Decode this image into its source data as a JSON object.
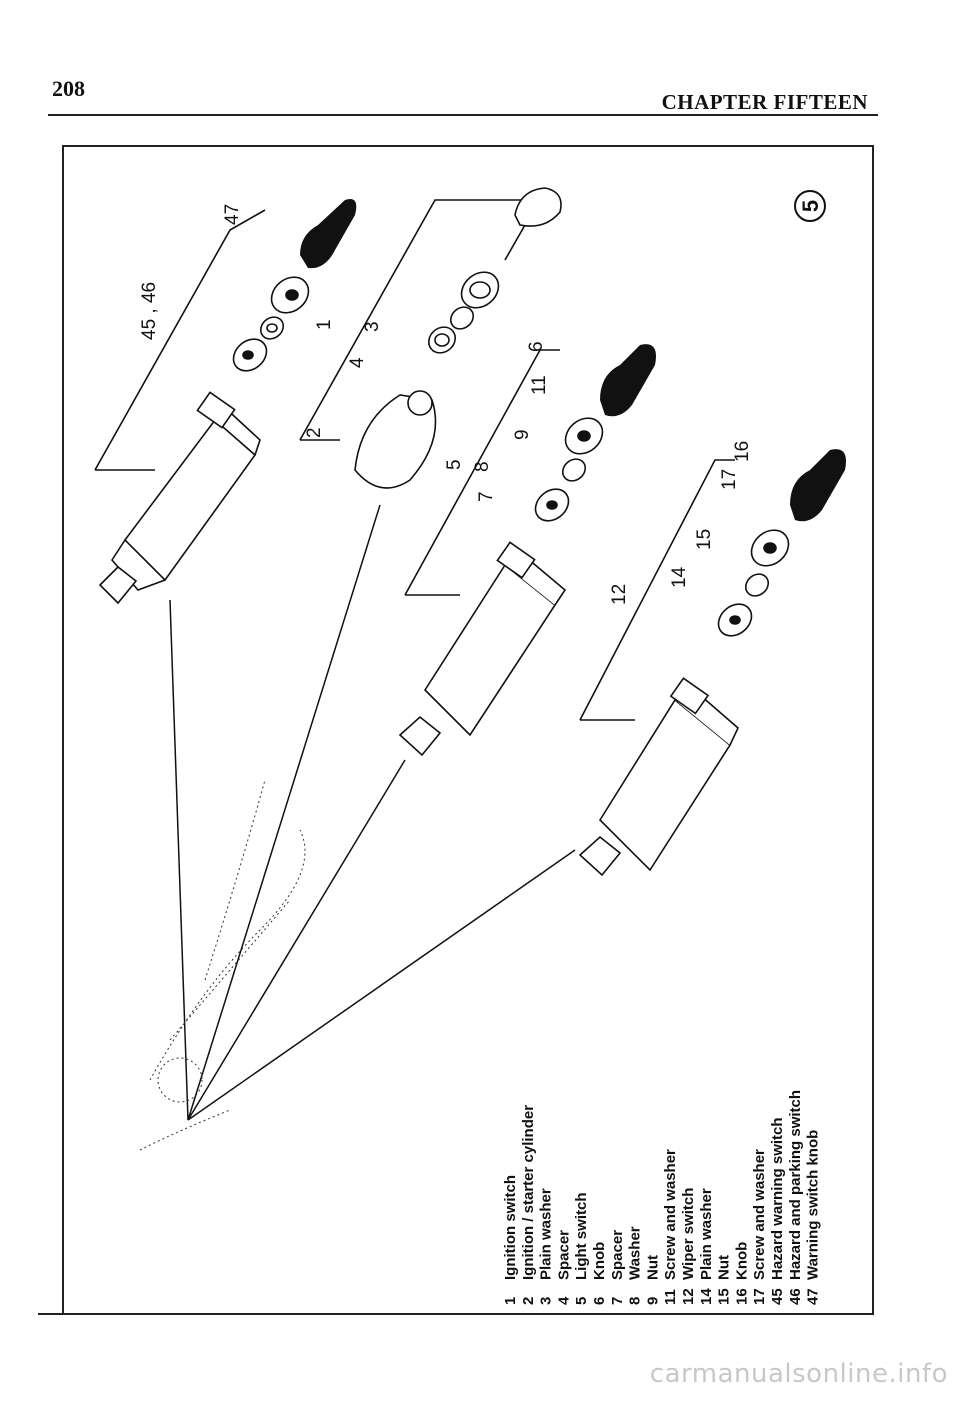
{
  "header": {
    "page_number": "208",
    "chapter_title": "CHAPTER FIFTEEN"
  },
  "figure": {
    "number": "5",
    "callouts": {
      "c1": "1",
      "c2": "2",
      "c3": "3",
      "c4": "4",
      "c5": "5",
      "c6": "6",
      "c7": "7",
      "c8": "8",
      "c9": "9",
      "c11": "11",
      "c12": "12",
      "c14": "14",
      "c15": "15",
      "c16": "16",
      "c17": "17",
      "c4546": "45 , 46",
      "c47": "47"
    },
    "legend": [
      {
        "num": "1",
        "label": "Ignition switch"
      },
      {
        "num": "2",
        "label": "Ignition / starter cylinder"
      },
      {
        "num": "3",
        "label": "Plain washer"
      },
      {
        "num": "4",
        "label": "Spacer"
      },
      {
        "num": "5",
        "label": "Light switch"
      },
      {
        "num": "6",
        "label": "Knob"
      },
      {
        "num": "7",
        "label": "Spacer"
      },
      {
        "num": "8",
        "label": "Washer"
      },
      {
        "num": "9",
        "label": "Nut"
      },
      {
        "num": "11",
        "label": "Screw and washer"
      },
      {
        "num": "12",
        "label": "Wiper switch"
      },
      {
        "num": "14",
        "label": "Plain washer"
      },
      {
        "num": "15",
        "label": "Nut"
      },
      {
        "num": "16",
        "label": "Knob"
      },
      {
        "num": "17",
        "label": "Screw and washer"
      },
      {
        "num": "45",
        "label": "Hazard warning switch"
      },
      {
        "num": "46",
        "label": "Hazard and parking switch"
      },
      {
        "num": "47",
        "label": "Warning switch knob"
      }
    ]
  },
  "watermark": "carmanualsonline.info"
}
